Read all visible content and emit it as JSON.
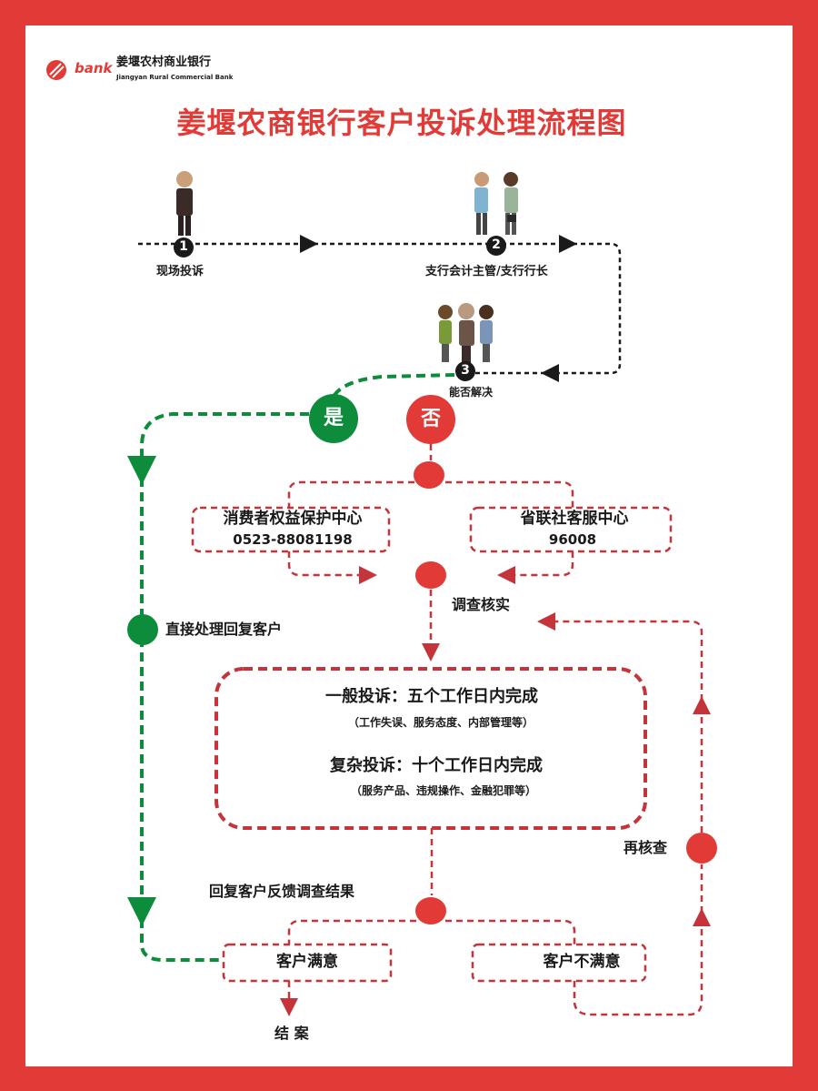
{
  "logo": {
    "brand": "bank",
    "name_cn": "姜堰农村商业银行",
    "name_en": "Jiangyan Rural Commercial Bank"
  },
  "title": "姜堰农商银行客户投诉处理流程图",
  "steps": [
    {
      "num": "1",
      "label": "现场投诉"
    },
    {
      "num": "2",
      "label": "支行会计主管/支行行长"
    },
    {
      "num": "3",
      "label": "能否解决"
    }
  ],
  "decision": {
    "yes": "是",
    "no": "否"
  },
  "direct_reply": "直接处理回复客户",
  "centers": [
    {
      "name": "消费者权益保护中心",
      "phone": "0523-88081198"
    },
    {
      "name": "省联社客服中心",
      "phone": "96008"
    }
  ],
  "investigate": "调查核实",
  "timeline": {
    "general": "一般投诉：五个工作日内完成",
    "general_note": "（工作失误、服务态度、内部管理等）",
    "complex": "复杂投诉：十个工作日内完成",
    "complex_note": "（服务产品、违规操作、金融犯罪等）"
  },
  "feedback": "回复客户反馈调查结果",
  "satisfied": "客户满意",
  "unsatisfied": "客户不满意",
  "close": "结 案",
  "recheck": "再核查",
  "colors": {
    "red": "#e23a36",
    "dash_red": "#c4343a",
    "green": "#0d8c3c",
    "black": "#1a1a1a"
  }
}
